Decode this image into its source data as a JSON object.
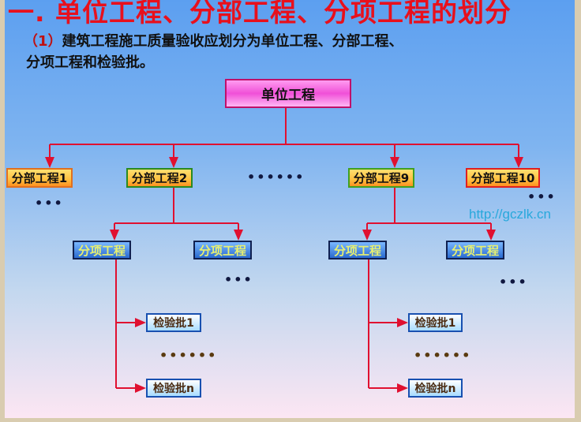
{
  "title": "一.  单位工程、分部工程、分项工程的划分",
  "subtitle": {
    "num": "（1）",
    "line1": "建筑工程施工质量验收应划分为单位工程、分部工程、",
    "line2": "分项工程和检验批。"
  },
  "root": "单位工程",
  "divisions": [
    "分部工程1",
    "分部工程2",
    "分部工程9",
    "分部工程10"
  ],
  "subdivision": "分项工程",
  "batches": [
    "检验批1",
    "检验批n"
  ],
  "ellipsis_long": "••••••",
  "ellipsis_short": "•••",
  "watermark": "http://gczlk.cn"
}
